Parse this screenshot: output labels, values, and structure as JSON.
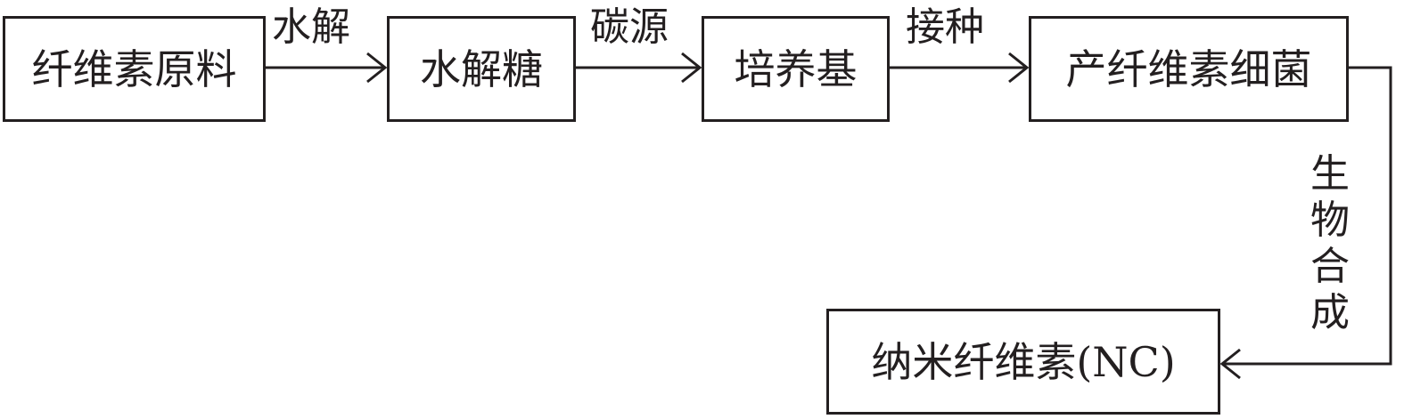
{
  "nodes": {
    "raw_material": "纤维素原料",
    "hydrolyzed_sugar": "水解糖",
    "culture_medium": "培养基",
    "bacteria": "产纤维素细菌",
    "nanocellulose": "纳米纤维素(NC)"
  },
  "edges": {
    "hydrolysis": "水解",
    "carbon_source": "碳源",
    "inoculation": "接种",
    "biosynthesis": "生物合成"
  },
  "colors": {
    "stroke": "#231f20",
    "background": "#ffffff"
  }
}
